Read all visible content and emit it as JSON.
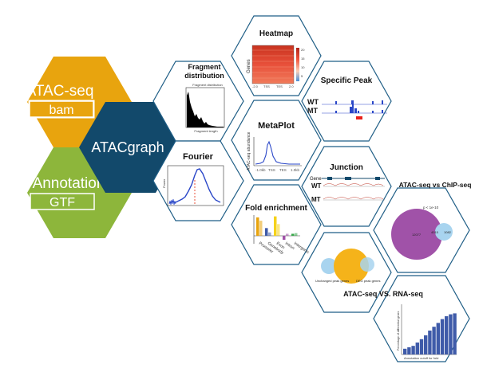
{
  "inputs": {
    "atac_title": "ATAC-seq",
    "atac_box": "bam",
    "annotation_title": "Annotation",
    "annotation_box": "GTF"
  },
  "hub": {
    "title": "ATACgraph"
  },
  "panels": {
    "fragment": {
      "title_line1": "Fragment",
      "title_line2": "distribution",
      "inset_title": "Fragment distribution",
      "inset_xlabel": "Fragment length"
    },
    "fourier": {
      "title": "Fourier",
      "ylabel": "Power"
    },
    "heatmap": {
      "title": "Heatmap",
      "ylabel": "Genes",
      "colorbar_ticks": [
        "20",
        "15",
        "10",
        "5"
      ],
      "x_ticks": [
        "-2.0",
        "TSS",
        "TES",
        "2.0"
      ]
    },
    "metaplot": {
      "title": "MetaPlot",
      "ylabel": "ATAC-seq abundance",
      "x_ticks": [
        "-1.0kb",
        "TSS",
        "TES",
        "1.0kb"
      ]
    },
    "specific_peak": {
      "title": "Specific Peak",
      "row1": "WT",
      "row2": "MT"
    },
    "junction": {
      "title": "Junction",
      "row0": "Gene",
      "row1": "WT",
      "row2": "MT"
    },
    "fold": {
      "title": "Fold enrichment",
      "categories": [
        "Promoter",
        "Genebody",
        "Exon",
        "Intron",
        "Intergenic"
      ]
    },
    "chip": {
      "title": "ATAC-seq vs ChIP-seq",
      "top_label": "p < 1e-10",
      "left_label": "12077",
      "mid_label": "4015",
      "right_label": "1082"
    },
    "rnaseq": {
      "title": "ATAC-seq VS. RNA-seq",
      "left_label": "Unchanged peak genes",
      "right_label": "DEG peak genes",
      "ylabel": "Percentage of differential genes",
      "xlabel": "Annotation cutoff for fold"
    }
  },
  "colors": {
    "atac_hex": "#E8A40E",
    "annotation_hex": "#8DB63B",
    "hub_hex": "#12496B",
    "hex_border": "#1F5E86",
    "heat_red": "#E8503A",
    "plot_blue": "#2A47C8",
    "chip_purple": "#A052A8",
    "venn_blue": "#A8D4EF",
    "venn_orange": "#F5B31A",
    "bar_blue": "#3F5BA9"
  },
  "chart_data": {
    "type": "bar",
    "title": "Fold enrichment",
    "categories": [
      "Promoter",
      "Genebody",
      "Exon",
      "Intron",
      "Intergenic"
    ],
    "series": [
      {
        "values": [
          5.5,
          2.3,
          5.8,
          -1.2,
          0.6
        ]
      },
      {
        "values": [
          4.5,
          1.0,
          3.5,
          0.6,
          0.8
        ]
      }
    ],
    "colors": [
      "#E8A40E",
      "#3F5BA9",
      "#F5D21A",
      "#A052A8",
      "#37A84A"
    ],
    "rnaseq_bars": {
      "type": "bar",
      "values": [
        12,
        15,
        18,
        25,
        32,
        40,
        50,
        58,
        66,
        74,
        80,
        84,
        86
      ]
    }
  }
}
